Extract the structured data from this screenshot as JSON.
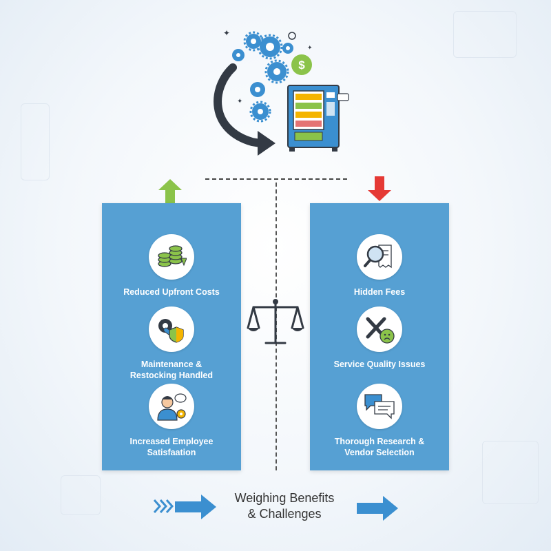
{
  "benefits": {
    "trend_color": "#8bc34a",
    "items": [
      {
        "label": "Reduced Upfront Costs",
        "icon": "coins-down-icon"
      },
      {
        "label": "Maintenance &\nRestocking Handled",
        "icon": "gear-wrench-shield-icon"
      },
      {
        "label": "Increased Employee\nSatisfaation",
        "icon": "happy-employee-icon"
      }
    ]
  },
  "challenges": {
    "trend_color": "#e53935",
    "items": [
      {
        "label": "Hidden Fees",
        "icon": "magnifier-receipt-icon"
      },
      {
        "label": "Service Quality Issues",
        "icon": "tools-sad-face-icon"
      },
      {
        "label": "Thorough Research &\nVendor Selection",
        "icon": "chat-bubbles-icon"
      }
    ]
  },
  "footer": {
    "title": "Weighing Benefits\n& Challenges"
  },
  "colors": {
    "panel": "#56a0d3",
    "accent_blue": "#3b8fd0",
    "dark": "#333a44"
  }
}
